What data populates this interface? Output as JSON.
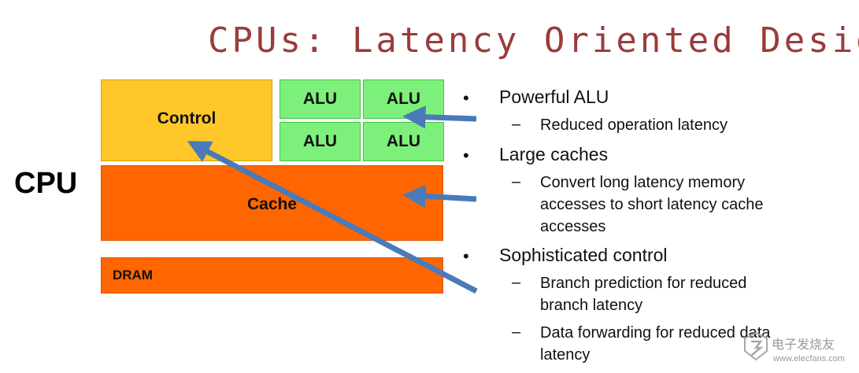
{
  "title": "CPUs: Latency Oriented Design",
  "cpu_label": "CPU",
  "diagram": {
    "control": "Control",
    "alus": [
      "ALU",
      "ALU",
      "ALU",
      "ALU"
    ],
    "cache": "Cache",
    "dram": "DRAM",
    "arrow_color": "#4a7ab8",
    "colors": {
      "control": "#ffc72a",
      "alu": "#7cf07a",
      "cache": "#ff6600",
      "dram": "#ff6600"
    }
  },
  "bullets": [
    {
      "text": "Powerful ALU",
      "subs": [
        "Reduced operation latency"
      ]
    },
    {
      "text": "Large caches",
      "subs": [
        "Convert long latency memory accesses to short latency cache accesses"
      ]
    },
    {
      "text": "Sophisticated control",
      "subs": [
        "Branch prediction for reduced branch latency",
        "Data forwarding for reduced data latency"
      ]
    }
  ],
  "bullet_symbol": "•",
  "dash_symbol": "–",
  "watermark": {
    "name": "电子发烧友",
    "url": "www.elecfans.com"
  },
  "title_color": "#9b3b3b"
}
